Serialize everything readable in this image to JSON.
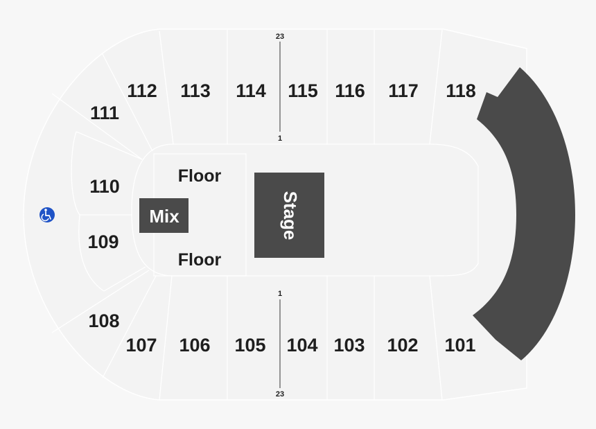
{
  "colors": {
    "background": "#f7f7f7",
    "seating_area": "#f3f3f3",
    "outline": "#ffffff",
    "dark_block": "#4a4a4a",
    "label": "#1e1e1e",
    "accessible_badge": "#1f53c6"
  },
  "sections": {
    "top": [
      "112",
      "113",
      "114",
      "115",
      "116",
      "117",
      "118"
    ],
    "bottom": [
      "107",
      "106",
      "105",
      "104",
      "103",
      "102",
      "101"
    ],
    "left": [
      "111",
      "110",
      "109",
      "108"
    ]
  },
  "floor": {
    "top_label": "Floor",
    "bottom_label": "Floor",
    "mix_label": "Mix",
    "stage_label": "Stage"
  },
  "rows": {
    "top_outer": "23",
    "top_inner": "1",
    "bottom_inner": "1",
    "bottom_outer": "23"
  },
  "icons": {
    "accessible": "wheelchair-icon"
  }
}
